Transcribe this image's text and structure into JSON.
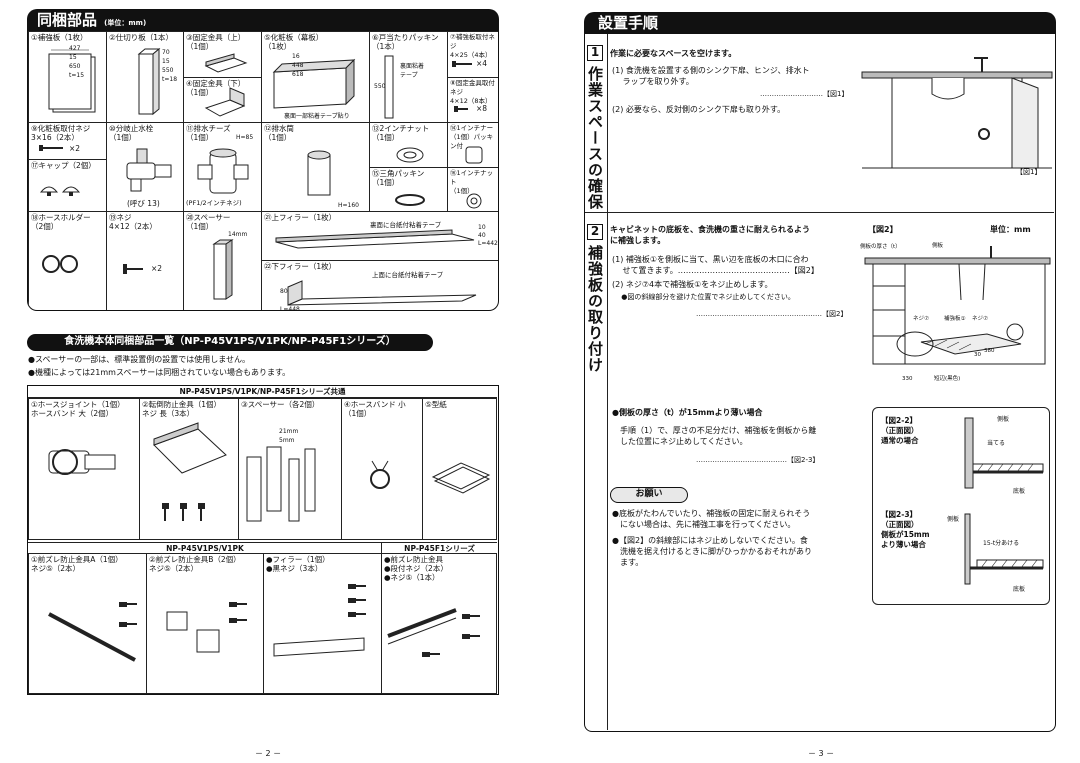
{
  "left": {
    "parts": {
      "title": "同梱部品",
      "unit": "(単位：mm)",
      "cells": [
        {
          "label": "①補強板（1枚）",
          "dims": "427\n15\n650\nt=15"
        },
        {
          "label": "②仕切り板（1本）",
          "dims": "70\n15\n550\nt=18"
        },
        {
          "label": "③固定金具（上）\n（1個）"
        },
        {
          "label": "④固定金具（下）\n（1個）"
        },
        {
          "label": "⑤化粧板（幕板）\n（1枚）",
          "dims": "16\n448\n618",
          "note": "裏面一部粘着テープ貼り"
        },
        {
          "label": "⑥戸当たりパッキン\n（1本）",
          "dims": "550",
          "note": "裏面粘着\nテープ"
        },
        {
          "label": "⑦補強板取付ネジ\n4×25（4本）",
          "qty": "×4"
        },
        {
          "label": "⑧固定金具取付ネジ\n4×12（8本）",
          "qty": "×8"
        },
        {
          "label": "⑨化粧板取付ネジ\n3×16（2本）",
          "qty": "×2"
        },
        {
          "label": "⑩分岐止水栓\n（1個）",
          "note": "(呼び 13)"
        },
        {
          "label": "⑪排水チーズ\n（1個）",
          "dims": "H=85",
          "note": "(PF1/2インチネジ)"
        },
        {
          "label": "⑫排水筒\n（1個）",
          "dims": "H=160"
        },
        {
          "label": "⑬2インチナット\n（1個）"
        },
        {
          "label": "⑭1インチナー\n（1個）パッキン付"
        },
        {
          "label": "⑮三角パッキン\n（1個）"
        },
        {
          "label": "⑯1インチナット\n（1個）"
        },
        {
          "label": "⑰キャップ（2個）"
        },
        {
          "label": "⑱ホースホルダー\n（2個）"
        },
        {
          "label": "⑲ネジ\n4×12（2本）",
          "qty": "×2"
        },
        {
          "label": "⑳スペーサー\n（1個）",
          "dims": "14mm"
        },
        {
          "label": "㉑上フィラー（1枚）",
          "note": "裏面に台紙付粘着テープ",
          "dims": "10\n40\nL=442"
        },
        {
          "label": "㉒下フィラー（1枚）",
          "note": "上面に台紙付粘着テープ",
          "dims": "80\nL=448"
        }
      ]
    },
    "body_parts": {
      "title": "食洗機本体同梱部品一覧（NP-P45V1PS/V1PK/NP-P45F1シリーズ）",
      "notes": [
        "●スペーサーの一部は、標準設置例の設置では使用しません。",
        "●機種によっては21mmスペーサーは同梱されていない場合もあります。"
      ],
      "common_header": "NP-P45V1PS/V1PK/NP-P45F1シリーズ共通",
      "common": [
        {
          "label": "①ホースジョイント（1個）\nホースバンド 大（2個）"
        },
        {
          "label": "②転倒防止金具（1個）\nネジ 長（3本）"
        },
        {
          "label": "③スペーサー（各2個）",
          "dims": "21mm\n5mm"
        },
        {
          "label": "④ホースバンド 小\n（1個）"
        },
        {
          "label": "⑤型紙"
        }
      ],
      "v1_header": "NP-P45V1PS/V1PK",
      "v1": [
        {
          "label": "①前ズレ防止金具A（1個）\nネジ⑤（2本）"
        },
        {
          "label": "②前ズレ防止金具B（2個）\nネジ⑤（2本）"
        },
        {
          "label": "●フィラー（1個）\n●黒ネジ（3本）"
        }
      ],
      "f1_header": "NP-P45F1シリーズ",
      "f1": {
        "label": "●前ズレ防止金具\n●段付ネジ（2本）\n●ネジ⑤（1本）"
      }
    },
    "page_number": "－ 2 －"
  },
  "right": {
    "title": "設置手順",
    "step1": {
      "num": "1",
      "vtitle": "作業スペースの確保",
      "heading": "作業に必要なスペースを空けます。",
      "items": [
        "(1) 食洗機を設置する側のシンク下扉、ヒンジ、排水ト\n　  ラップを取り外す。",
        "………………………【図1】",
        "(2) 必要なら、反対側のシンク下扉も取り外す。"
      ],
      "fig_label": "【図1】"
    },
    "step2": {
      "num": "2",
      "vtitle": "補強板の取り付け",
      "heading": "キャビネットの底板を、食洗機の重さに耐えられるよう\nに補強します。",
      "items": [
        "(1) 補強板①を側板に当て、黒い辺を底板の木口に合わ\n　  せて置きます。……………………………………【図2】",
        "(2) ネジ⑦4本で補強板①をネジ止めします。",
        "　  ●図の斜線部分を避けた位置でネジ止めしてください。",
        "………………………………………………【図2】"
      ],
      "fig2_label": "【図2】",
      "fig2_unit": "単位：mm",
      "fig2_texts": [
        "側板の厚さ（t）",
        "側板",
        "ネジ⑦",
        "補強板①",
        "ネジ⑦",
        "330",
        "380",
        "30",
        "短辺(黒色)"
      ],
      "sub_heading": "●側板の厚さ（t）が15mmより薄い場合",
      "sub_text": "手順（1）で、厚さの不足分だけ、補強板を側板から離\nした位置にネジ止めしてください。",
      "sub_ref": "…………………………………【図2-3】",
      "request_title": "お願い",
      "requests": [
        "●底板がたわんでいたり、補強板の固定に耐えられそう\n　にない場合は、先に補強工事を行ってください。",
        "●【図2】の斜線部にはネジ止めしないでください。食\n　洗機を据え付けるときに脚がひっかかるおそれがあり\n　ます。"
      ],
      "fig22": {
        "label": "【図2-2】\n（正面図）\n通常の場合",
        "side": "側板",
        "touch": "当てる",
        "bottom": "底板"
      },
      "fig23": {
        "label": "【図2-3】\n（正面図）\n側板が15mm\nより薄い場合",
        "side": "側板",
        "gap": "15-t分あける",
        "bottom": "底板"
      }
    },
    "page_number": "－ 3 －"
  }
}
